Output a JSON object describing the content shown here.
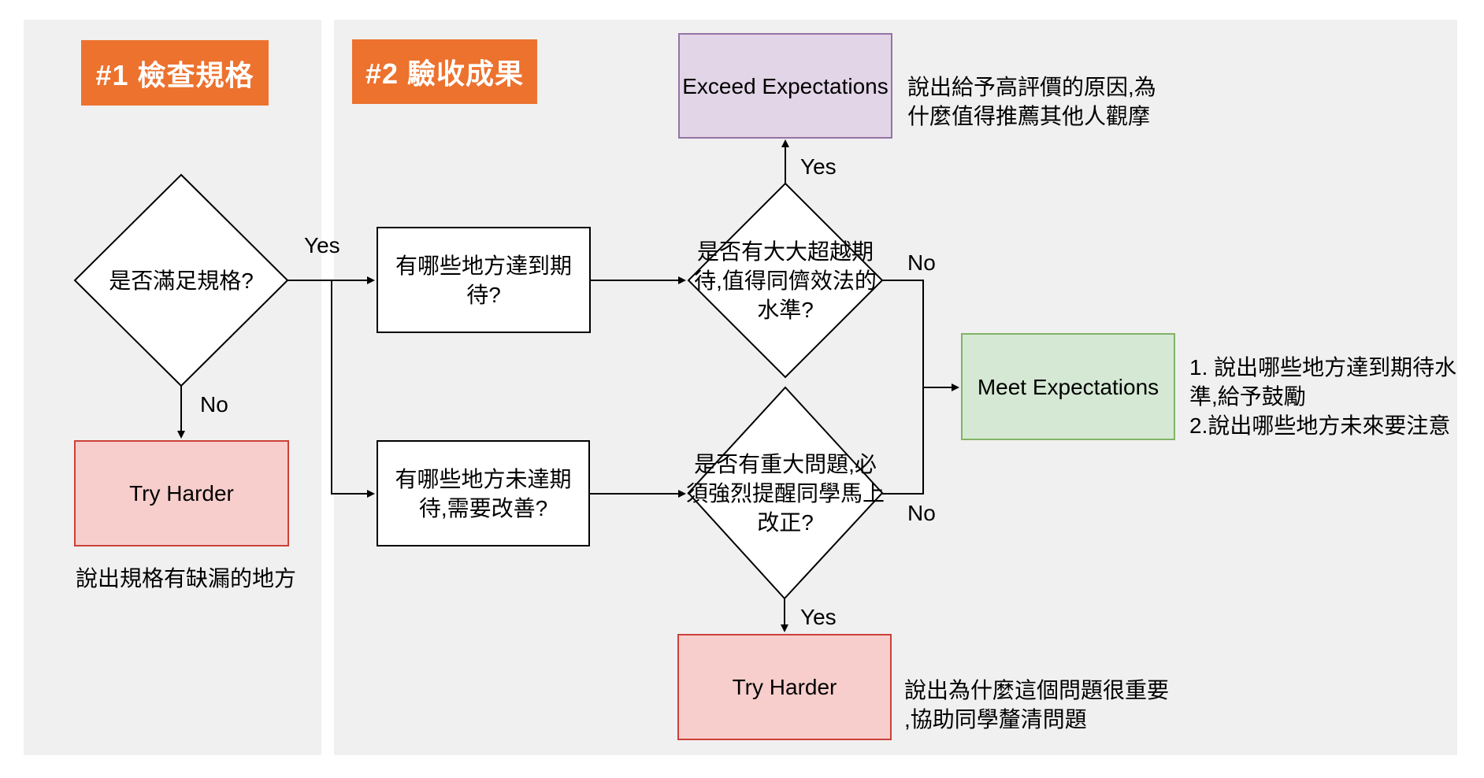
{
  "colors": {
    "orange": "#ec722e",
    "lane": "#f0f0f0",
    "red_fill": "#f8cecc",
    "red_stroke": "#cb4139",
    "purple_fill": "#e2d5e7",
    "purple_stroke": "#9673a6",
    "green_fill": "#d5e8d4",
    "green_stroke": "#82b366",
    "line": "#000000"
  },
  "lanes": [
    {
      "label": "#1 檢查規格"
    },
    {
      "label": "#2 驗收成果"
    }
  ],
  "nodes": {
    "q_spec": {
      "type": "decision",
      "label": "是否滿足規格?"
    },
    "try1": {
      "type": "terminal",
      "label": "Try Harder"
    },
    "reached": {
      "type": "process",
      "label": "有哪些地方達到期\n待?"
    },
    "unmet": {
      "type": "process",
      "label": "有哪些地方未達期\n待,需要改善?"
    },
    "q_exceed": {
      "type": "decision",
      "label": "是否有大大超越期\n待,值得同儕效法的\n水準?"
    },
    "q_major": {
      "type": "decision",
      "label": "是否有重大問題,必\n須強烈提醒同學馬上\n改正?"
    },
    "exceed": {
      "type": "terminal",
      "label": "Exceed Expectations"
    },
    "meet": {
      "type": "terminal",
      "label": "Meet Expectations"
    },
    "try2": {
      "type": "terminal",
      "label": "Try Harder"
    }
  },
  "edge_labels": {
    "yes1": "Yes",
    "no1": "No",
    "yes2": "Yes",
    "no2": "No",
    "no3": "No",
    "yes3": "Yes"
  },
  "notes": {
    "try1_note": "說出規格有缺漏的地方",
    "exceed_note": "說出給予高評價的原因,為\n什麼值得推薦其他人觀摩",
    "meet_note": "1. 說出哪些地方達到期待水\n準,給予鼓勵\n2.說出哪些地方未來要注意",
    "try2_note": "說出為什麼這個問題很重要\n,協助同學釐清問題"
  }
}
